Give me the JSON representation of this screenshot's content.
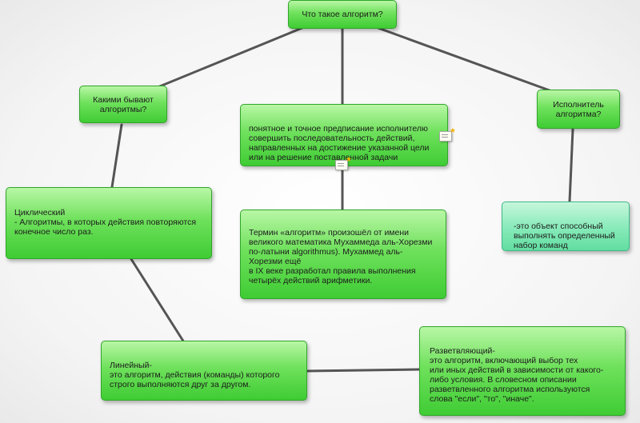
{
  "nodes": {
    "root": "Что такое алгоритм?",
    "types": "Какими бывают\nалгоритмы?",
    "definition": "понятное и точное предписание исполнителю\nсовершить последовательность действий,\nнаправленных на достижение указанной  цели\nили на решение поставленной задачи",
    "executor_q": "Исполнитель\nалгоритма?",
    "executor_def": "-это объект способный\nвыполнять определенный\nнабор команд",
    "cyclic": "Циклический\n- Алгоритмы, в которых действия повторяются\nконечное число раз.",
    "term": "Термин «алгоритм» произошёл от имени\nвеликого математика Мухаммеда аль-Хорезми\nпо-латыни algorithmus). Мухаммед аль-\nХорезми ещё\n     в IX веке разработал правила выполнения\nчетырёх действий арифметики.",
    "linear": "Линейный-\nэто алгоритм, действия (команды) которого\nстрого выполняются друг за другом.",
    "branching": "Разветвляющий-\nэто   алгоритм, включающий выбор тех\nили иных действий в   зависимости от какого-\nлибо условия.   В   словесном   описании\nразветвленного алгоритма   используются\nслова   \"если\",   \"то\", \"иначе\"."
  },
  "colors": {
    "green_node": "#56d648",
    "teal_node": "#86eab8",
    "connector": "#555555"
  },
  "icons": [
    "note-icon",
    "note-icon"
  ]
}
